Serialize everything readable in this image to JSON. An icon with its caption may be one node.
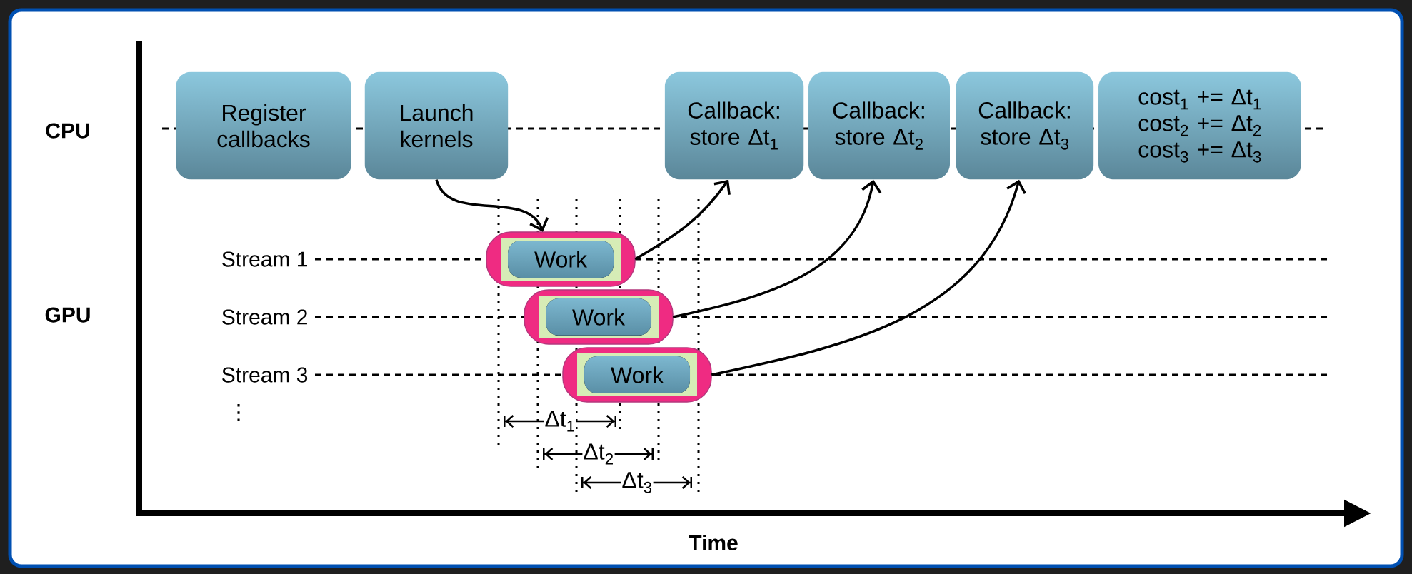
{
  "diagram": {
    "nodes": [
      {
        "text": [
          "Register callbacks"
        ]
      },
      {
        "text": [
          "Launch kernels"
        ]
      },
      {
        "text": [
          "Callback: store Δt$_{1}$"
        ]
      },
      {
        "text": [
          "Callback: store Δt$_{2}$"
        ]
      },
      {
        "text": [
          "Callback: store Δt$_{3}$"
        ]
      },
      {
        "text": [
          "cost$_{1}$ += Δt$_{1}$",
          "cost$_{2}$ += Δt$_{2}$",
          "cost$_{3}$ += Δt$_{3}$"
        ]
      },
      {
        "text": [
          "Work"
        ]
      },
      {
        "text": [
          "Work"
        ]
      },
      {
        "text": [
          "Work"
        ]
      }
    ],
    "edges": [
      {
        "from": 1,
        "to": 6,
        "arrow": "to"
      },
      {
        "from": 6,
        "to": 2,
        "arrow": "to"
      },
      {
        "from": 7,
        "to": 3,
        "arrow": "to"
      },
      {
        "from": 8,
        "to": 4,
        "arrow": "to"
      }
    ],
    "labels": [
      "CPU",
      "GPU",
      "Stream 1",
      "Stream 2",
      "Stream 3",
      "⋮",
      "Δt$_{1}$",
      "Δt$_{2}$",
      "Δt$_{3}$",
      "Time"
    ]
  }
}
